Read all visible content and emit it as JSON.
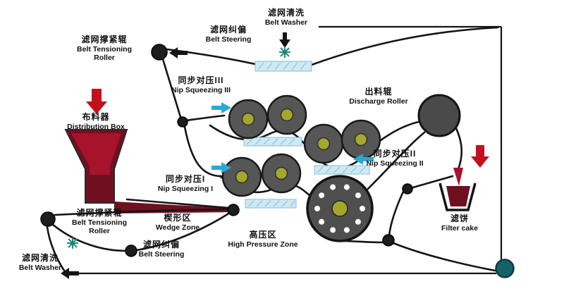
{
  "labels": {
    "belt_washer_top": {
      "lines": [
        "滤网清洗",
        "Belt Washer"
      ]
    },
    "belt_steering_top": {
      "lines": [
        "滤网纠偏",
        "Belt Steering"
      ]
    },
    "belt_tensioning_top": {
      "lines": [
        "滤网撑紧辊",
        "Belt Tensioning",
        "Roller"
      ]
    },
    "distribution_box": {
      "lines": [
        "布料器",
        "Distribution Box"
      ]
    },
    "nip_squeezing_3": {
      "lines": [
        "同步对压III",
        "Nip Squeezing III"
      ]
    },
    "discharge_roller": {
      "lines": [
        "出料辊",
        "Discharge Roller"
      ]
    },
    "nip_squeezing_2": {
      "lines": [
        "同步对压II",
        "Nip Squeezing II"
      ]
    },
    "nip_squeezing_1": {
      "lines": [
        "同步对压I",
        "Nip Squeezing I"
      ]
    },
    "wedge_zone": {
      "lines": [
        "楔形区",
        "Wedge Zone"
      ]
    },
    "belt_tensioning_bottom": {
      "lines": [
        "滤网撑紧辊",
        "Belt Tensioning",
        "Roller"
      ]
    },
    "belt_steering_bottom": {
      "lines": [
        "滤网纠偏",
        "Belt Steering"
      ]
    },
    "high_pressure_zone": {
      "lines": [
        "高压区",
        "High Pressure Zone"
      ]
    },
    "belt_washer_bottom": {
      "lines": [
        "滤网清洗",
        "Belt Washer"
      ]
    },
    "filter_cake": {
      "lines": [
        "滤饼",
        "Filter cake"
      ]
    }
  },
  "colors": {
    "line_black": "#141414",
    "slurry_dark": "#6f1020",
    "slurry_bright": "#a6132b",
    "arrow_red": "#c3101c",
    "cyan": "#2ba7d8",
    "tray_fill": "#cfe9f2",
    "roller_gray": "#565656",
    "roller_core": "#a3a82c",
    "drum_gray": "#4f4f4f",
    "small_roller": "#1d1d1d",
    "spray_teal": "#1b8a78",
    "teal_roller": "#136468"
  }
}
